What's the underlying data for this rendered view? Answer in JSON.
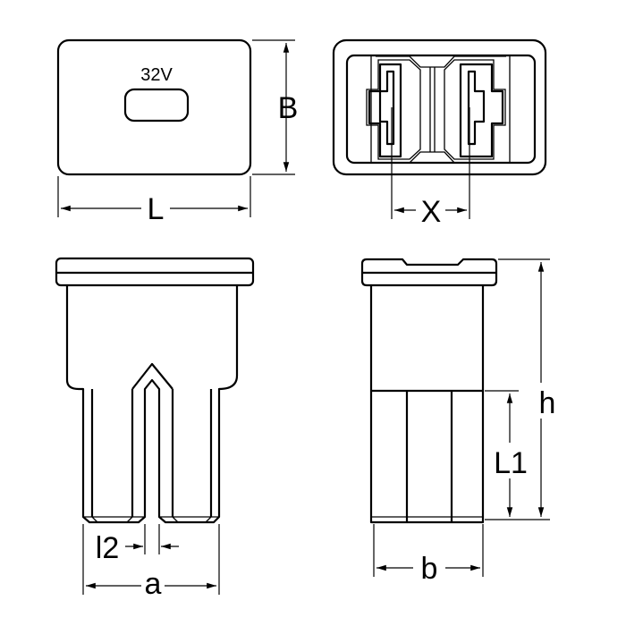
{
  "title": "Fuse dimension drawing",
  "marking": "32V",
  "dimensions": {
    "B": "B",
    "L": "L",
    "X": "X",
    "h": "h",
    "L1": "L1",
    "l2": "l2",
    "a": "a",
    "b": "b"
  },
  "colors": {
    "line": "#000000",
    "background": "#ffffff"
  }
}
